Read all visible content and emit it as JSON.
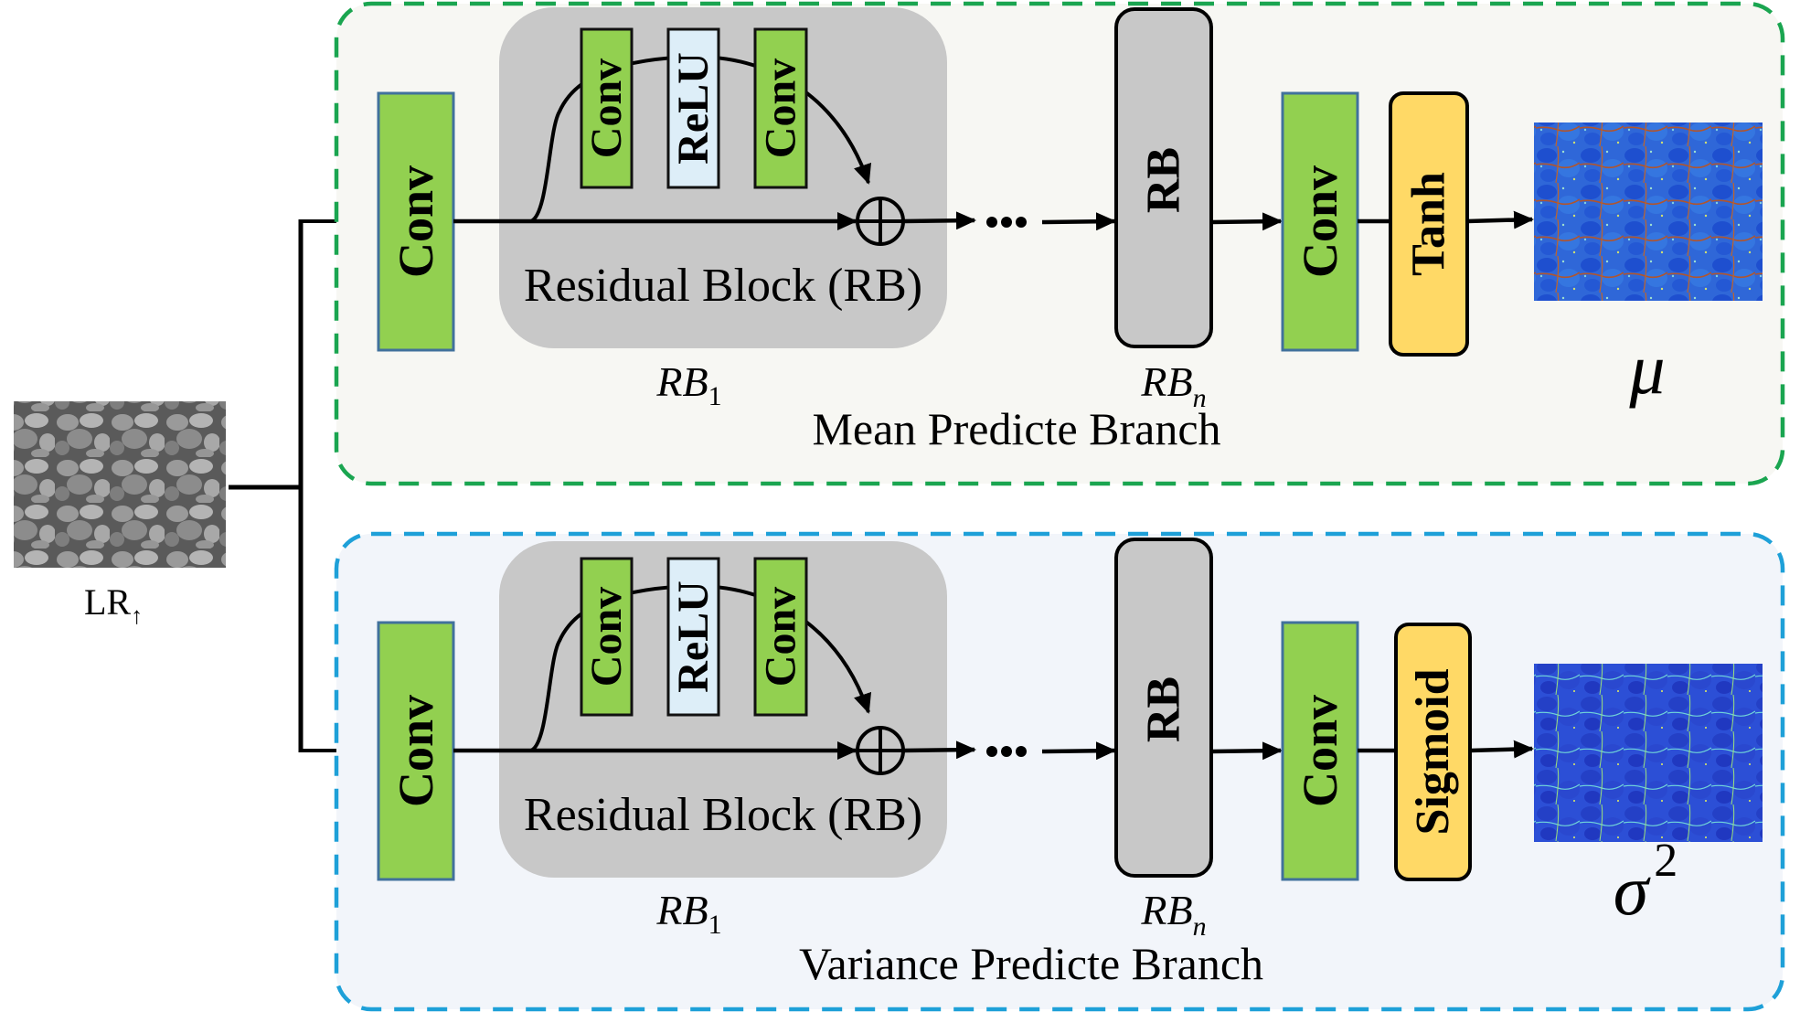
{
  "input": {
    "label": "LR",
    "label_subscript": "↑"
  },
  "branches": [
    {
      "id": "mean",
      "title": "Mean Predicte Branch",
      "border_color": "#1aa550",
      "background": "#f7f7f3",
      "first_conv": "Conv",
      "residual_block": {
        "title": "Residual Block (RB)",
        "inner": [
          "Conv",
          "ReLU",
          "Conv"
        ],
        "sum_symbol": "⊕",
        "caption": "RB",
        "caption_sub": "1"
      },
      "ellipsis": "···",
      "rb_n": {
        "label": "RB",
        "caption": "RB",
        "caption_sub": "n"
      },
      "last_conv": "Conv",
      "activation": "Tanh",
      "output_symbol": "μ",
      "output_superscript": ""
    },
    {
      "id": "variance",
      "title": "Variance Predicte Branch",
      "border_color": "#1ea0d8",
      "background": "#f2f5fa",
      "first_conv": "Conv",
      "residual_block": {
        "title": "Residual Block (RB)",
        "inner": [
          "Conv",
          "ReLU",
          "Conv"
        ],
        "sum_symbol": "⊕",
        "caption": "RB",
        "caption_sub": "1"
      },
      "ellipsis": "···",
      "rb_n": {
        "label": "RB",
        "caption": "RB",
        "caption_sub": "n"
      },
      "last_conv": "Conv",
      "activation": "Sigmoid",
      "output_symbol": "σ",
      "output_superscript": "2"
    }
  ],
  "colors": {
    "conv_fill": "#92d050",
    "conv_stroke": "#41719c",
    "relu_fill": "#ddeef8",
    "rb_fill": "#c8c8c8",
    "activation_fill": "#ffd966",
    "line": "#000000"
  }
}
